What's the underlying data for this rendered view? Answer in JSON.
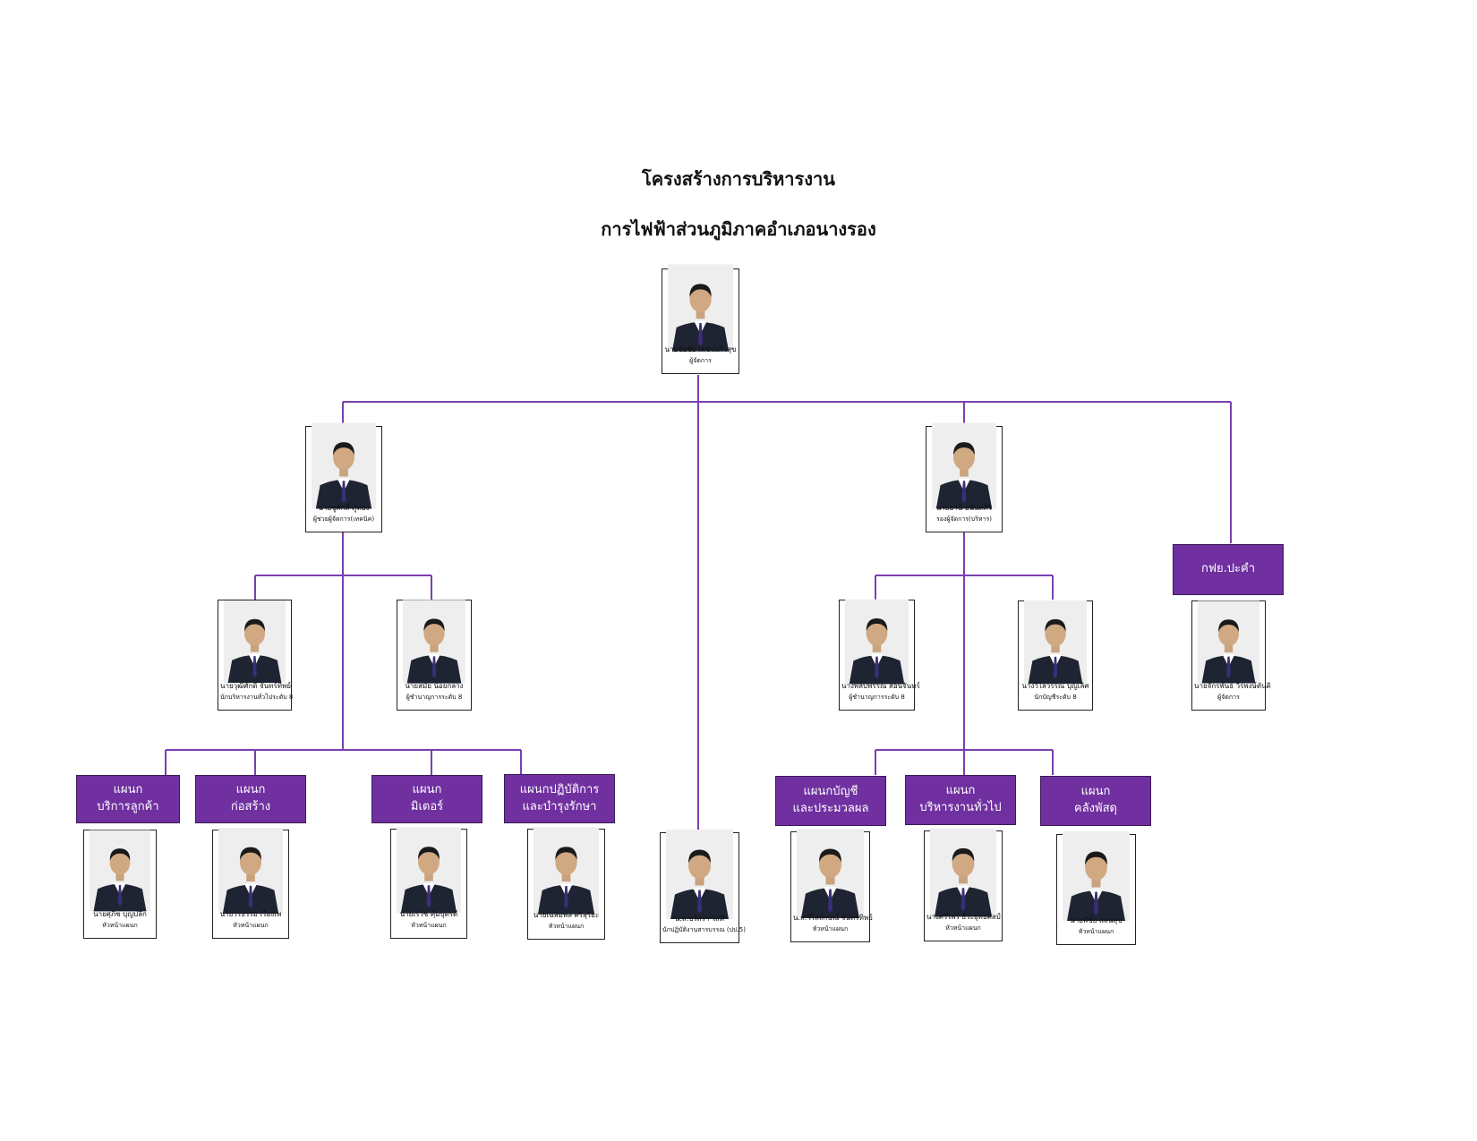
{
  "title": "โครงสร้างการบริหารงาน",
  "subtitle": "การไฟฟ้าส่วนภูมิภาคอำเภอนางรอง",
  "colors": {
    "line": "#7a3fb0",
    "dept_fill": "#7030a0",
    "dept_text": "#ffffff"
  },
  "people": {
    "manager": {
      "name": "นายชัยชัย เพชรแก้วสุข",
      "role": "ผู้จัดการ"
    },
    "asst_tech": {
      "name": "นายชูศักดิ์ ภูทอง",
      "role": "ผู้ช่วยผู้จัดการ(เทคนิค)"
    },
    "asst_admin": {
      "name": "นายธานี อนันตศิริ",
      "role": "รองผู้จัดการ(บริหาร)"
    },
    "tech_left": {
      "name": "นายวุฒิศักดิ์ จันทร์ทิพย์",
      "role": "นักบริหารงานทั่วไประดับ 8"
    },
    "tech_right": {
      "name": "นายสมัย น้อยกลาง",
      "role": "ผู้ชำนาญการระดับ 8"
    },
    "admin_left": {
      "name": "นางพลับพรรณ สอนจันทร์",
      "role": "ผู้ชำนาญการระดับ 8"
    },
    "admin_right": {
      "name": "นางวิไลวรรณ บุญเลิศ",
      "role": "นักบัญชีระดับ 8"
    },
    "pakham": {
      "name": "นายจักรพันธ์ วีรพงษ์ตันติ",
      "role": "ผู้จัดการ"
    },
    "d_service": {
      "name": "นายศุภิช บุญปลีก",
      "role": "หัวหน้าแผนก"
    },
    "d_construct": {
      "name": "นายวรธรรม เรืองเพ",
      "role": "หัวหน้าแผนก"
    },
    "d_meter": {
      "name": "นายเรวัช คุ้มบุตรดี",
      "role": "หัวหน้าแผนก"
    },
    "d_ops": {
      "name": "นายเฉลิมพล ศรีสุริยะ",
      "role": "หัวหน้าแผนก"
    },
    "center": {
      "name": "น.ส.ปรัสรา ไสดี",
      "role": "นักปฏิบัติงานสารบรรณ (ปป.5)"
    },
    "d_account": {
      "name": "น.ส.วิไลลักษณ์ จันทรทิพย์",
      "role": "หัวหน้าแผนก"
    },
    "d_general": {
      "name": "นางศรีไพร ธีระยุทธศิลป์",
      "role": "หัวหน้าแผนก"
    },
    "d_stores": {
      "name": "นายพีชัย แสนสุข",
      "role": "หัวหน้าแผนก"
    }
  },
  "depts": {
    "pakham": {
      "l1": "กฟย.ปะคำ",
      "l2": ""
    },
    "service": {
      "l1": "แผนก",
      "l2": "บริการลูกค้า"
    },
    "construct": {
      "l1": "แผนก",
      "l2": "ก่อสร้าง"
    },
    "meter": {
      "l1": "แผนก",
      "l2": "มิเตอร์"
    },
    "ops": {
      "l1": "แผนกปฏิบัติการ",
      "l2": "และบำรุงรักษา"
    },
    "account": {
      "l1": "แผนกบัญชี",
      "l2": "และประมวลผล"
    },
    "general": {
      "l1": "แผนก",
      "l2": "บริหารงานทั่วไป"
    },
    "stores": {
      "l1": "แผนก",
      "l2": "คลังพัสดุ"
    }
  }
}
